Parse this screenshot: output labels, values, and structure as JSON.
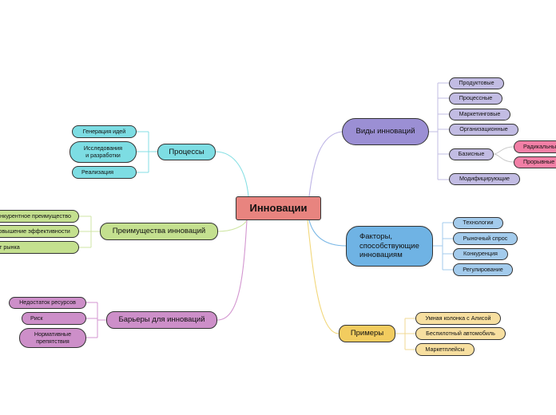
{
  "colors": {
    "root": "#e8847f",
    "kinds": "#9b8fd4",
    "kinds_leaf": "#c2bce3",
    "radical": "#f27fa6",
    "processes": "#7ddde3",
    "advantages": "#c4e08f",
    "barriers": "#cd8fc9",
    "factors": "#6fb3e4",
    "factors_leaf": "#a3cbec",
    "examples": "#f2cc5f",
    "examples_leaf": "#f7dfa0"
  },
  "root": {
    "label": "Инновации"
  },
  "kinds": {
    "label": "Виды инноваций",
    "items": [
      "Продуктовые",
      "Процессные",
      "Маркетинговые",
      "Организационные",
      "Базисные",
      "Модифицирующие"
    ],
    "basic_items": [
      "Радикальные",
      "Прорывные"
    ]
  },
  "factors": {
    "label": "Факторы,\nспособствующие\nинновациям",
    "items": [
      "Технологии",
      "Рыночный спрос",
      "Конкуренция",
      "Регулирование"
    ]
  },
  "examples": {
    "label": "Примеры",
    "items": [
      "Умная колонка с Алисой",
      "Беспилотный автомобиль",
      "Маркетплейсы"
    ]
  },
  "processes": {
    "label": "Процессы",
    "items": [
      "Генерация идей",
      "Исследования\nи разработки",
      "Реализация"
    ]
  },
  "advantages": {
    "label": "Преимущества инноваций",
    "items": [
      "Конкурентное преимущество",
      "Повышение эффективности",
      "Рост рынка"
    ]
  },
  "barriers": {
    "label": "Барьеры для инноваций",
    "items": [
      "Недостаток ресурсов",
      "Риск",
      "Нормативные\nпрепятствия"
    ]
  }
}
